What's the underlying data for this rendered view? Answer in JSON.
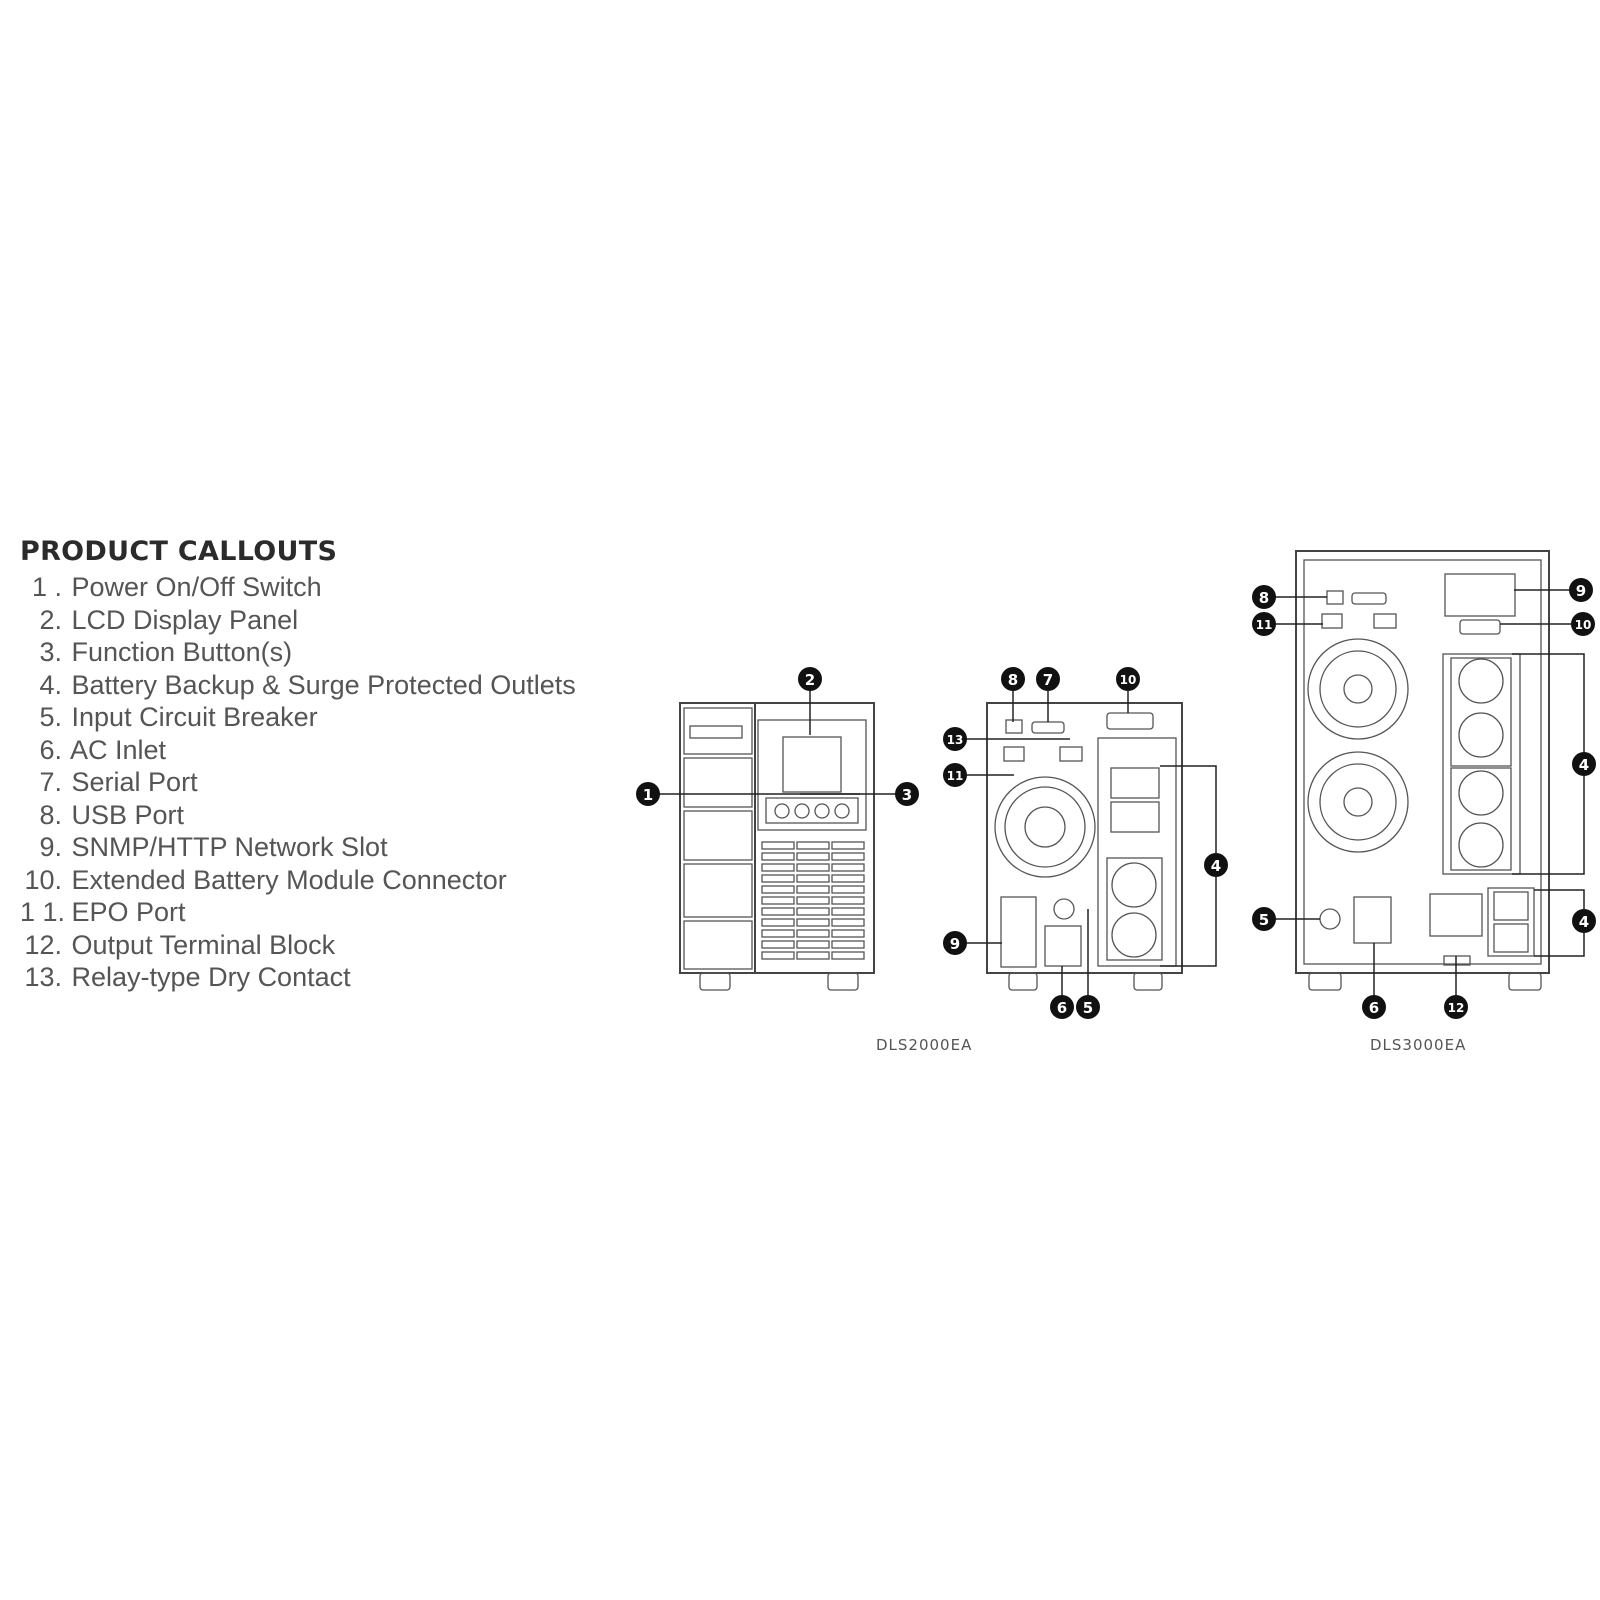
{
  "title": "PRODUCT CALLOUTS",
  "items": [
    {
      "num": "1 .",
      "label": "Power On/Off Switch"
    },
    {
      "num": "2.",
      "label": "LCD Display Panel"
    },
    {
      "num": "3.",
      "label": "Function Button(s)"
    },
    {
      "num": "4.",
      "label": "Battery Backup & Surge Protected Outlets"
    },
    {
      "num": "5.",
      "label": "Input Circuit Breaker"
    },
    {
      "num": "6.",
      "label": "AC Inlet"
    },
    {
      "num": "7.",
      "label": "Serial Port"
    },
    {
      "num": "8.",
      "label": "USB Port"
    },
    {
      "num": "9.",
      "label": "SNMP/HTTP Network Slot"
    },
    {
      "num": "10.",
      "label": "Extended Battery Module Connector"
    },
    {
      "num": "1 1.",
      "label": "EPO Port"
    },
    {
      "num": "12.",
      "label": "Output Terminal Block"
    },
    {
      "num": "13.",
      "label": "Relay-type Dry Contact"
    }
  ],
  "models": {
    "left": "DLS2000EA",
    "right": "DLS3000EA"
  },
  "markers": {
    "front": [
      "2",
      "1",
      "3"
    ],
    "rear_2000": [
      "8",
      "7",
      "10",
      "13",
      "11",
      "4",
      "9",
      "6",
      "5"
    ],
    "rear_3000": [
      "8",
      "9",
      "11",
      "10",
      "4",
      "5",
      "4",
      "6",
      "12"
    ]
  }
}
